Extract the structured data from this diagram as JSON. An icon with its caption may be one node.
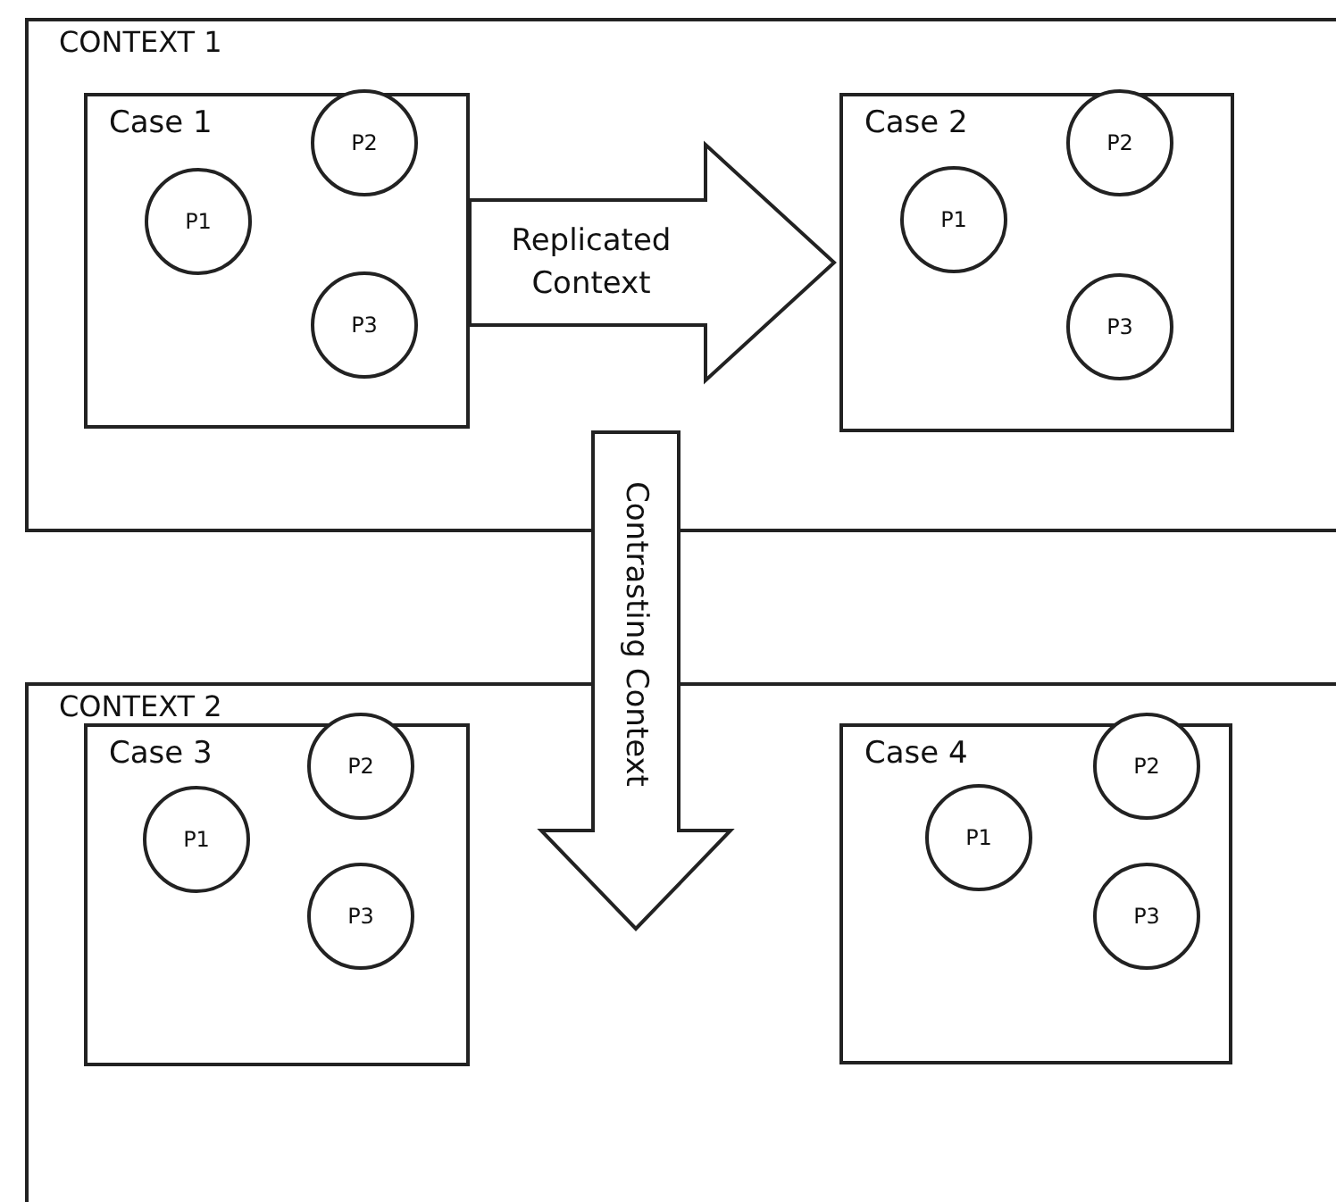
{
  "diagram": {
    "nodes": [
      {
        "text": [
          "CONTEXT 1"
        ]
      },
      {
        "text": [
          "Case 1"
        ],
        "in": 0
      },
      {
        "text": [
          "P1"
        ],
        "in": 1
      },
      {
        "text": [
          "P2"
        ],
        "in": 1
      },
      {
        "text": [
          "P3"
        ],
        "in": 1
      },
      {
        "text": [
          "Case 2"
        ],
        "in": 0
      },
      {
        "text": [
          "P1"
        ],
        "in": 5
      },
      {
        "text": [
          "P2"
        ],
        "in": 5
      },
      {
        "text": [
          "P3"
        ],
        "in": 5
      },
      {
        "text": [
          "CONTEXT 2"
        ]
      },
      {
        "text": [
          "Case 3"
        ],
        "in": 9
      },
      {
        "text": [
          "P1"
        ],
        "in": 10
      },
      {
        "text": [
          "P2"
        ],
        "in": 10
      },
      {
        "text": [
          "P3"
        ],
        "in": 10
      },
      {
        "text": [
          "Case 4"
        ],
        "in": 9
      },
      {
        "text": [
          "P1"
        ],
        "in": 14
      },
      {
        "text": [
          "P2"
        ],
        "in": 14
      },
      {
        "text": [
          "P3"
        ],
        "in": 14
      }
    ],
    "edges": [
      {
        "from": 1,
        "to": 5,
        "arrow": "to",
        "label": "Replicated Context"
      },
      {
        "from": 0,
        "to": 9,
        "arrow": "to",
        "label": "Contrasting Context"
      }
    ]
  }
}
